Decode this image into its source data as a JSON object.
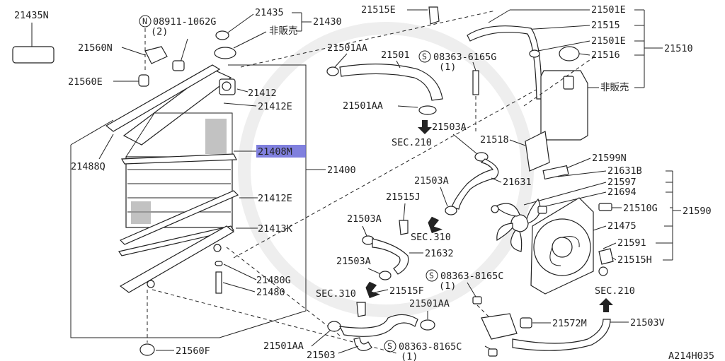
{
  "diagram": {
    "code": "A214H035",
    "parts": {
      "p21435N": "21435N",
      "p08911": "08911-1062G",
      "p08911_qty": "(2)",
      "p21435": "21435",
      "p21430": "21430",
      "nonsale": "非販売",
      "p21515E": "21515E",
      "p21501E_top": "21501E",
      "p21515": "21515",
      "p21501E_mid": "21501E",
      "p21516": "21516",
      "p21510": "21510",
      "nonsale2": "非販売",
      "p21560N": "21560N",
      "p21501AA_a": "21501AA",
      "p21501": "21501",
      "p08363_6165G": "08363-6165G",
      "qty1a": "(1)",
      "p21560E": "21560E",
      "p21412": "21412",
      "p21412E_top": "21412E",
      "p21501AA_b": "21501AA",
      "p21503A_a": "21503A",
      "sec210_a": "SEC.210",
      "p21518": "21518",
      "p21488Q": "21488Q",
      "p21408M": "21408M",
      "p21400": "21400",
      "p21599N": "21599N",
      "p21631B": "21631B",
      "p21597": "21597",
      "p21694": "21694",
      "p21631": "21631",
      "p21503A_b": "21503A",
      "p21412E_bot": "21412E",
      "p21515J": "21515J",
      "p21510G": "21510G",
      "p21590": "21590",
      "p21503A_c": "21503A",
      "sec310_a": "SEC.310",
      "p21413K": "21413K",
      "p21475": "21475",
      "p21632": "21632",
      "p21591": "21591",
      "p21503A_d": "21503A",
      "p21515H": "21515H",
      "p21480G": "21480G",
      "p08363_8165C_a": "08363-8165C",
      "qty1b": "(1)",
      "sec310_b": "SEC.310",
      "p21515F": "21515F",
      "p21480": "21480",
      "sec210_b": "SEC.210",
      "p21501AA_c": "21501AA",
      "p21572M": "21572M",
      "p21503V": "21503V",
      "p21501AA_d": "21501AA",
      "p21560F": "21560F",
      "p21503": "21503",
      "p08363_8165C_b": "08363-8165C",
      "qty1c": "(1)"
    }
  }
}
